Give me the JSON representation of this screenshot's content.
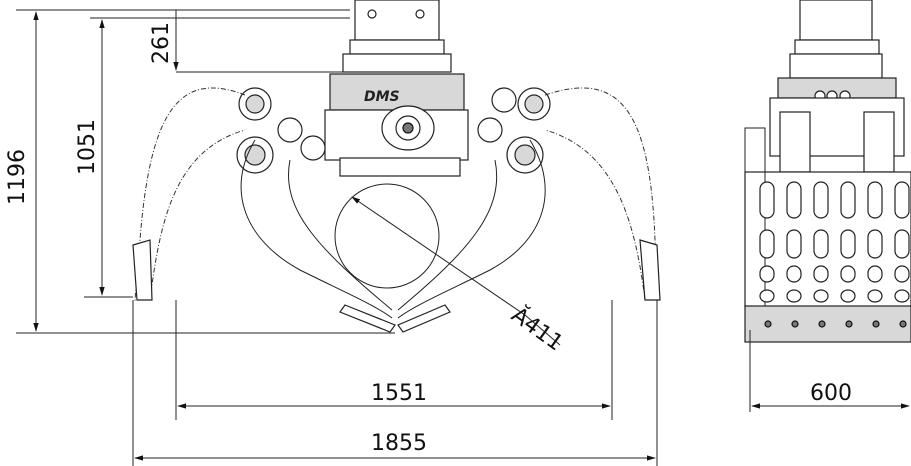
{
  "dimensions": {
    "height_total": "1196",
    "height_jaw": "1051",
    "rotator_height": "261",
    "diameter": "Ă411",
    "open_width_inner": "1551",
    "open_width_outer": "1855",
    "side_width": "600"
  },
  "brand": {
    "logo_text": "DMS"
  },
  "colors": {
    "line": "#222222",
    "fill_grey": "#d8d8d8"
  }
}
